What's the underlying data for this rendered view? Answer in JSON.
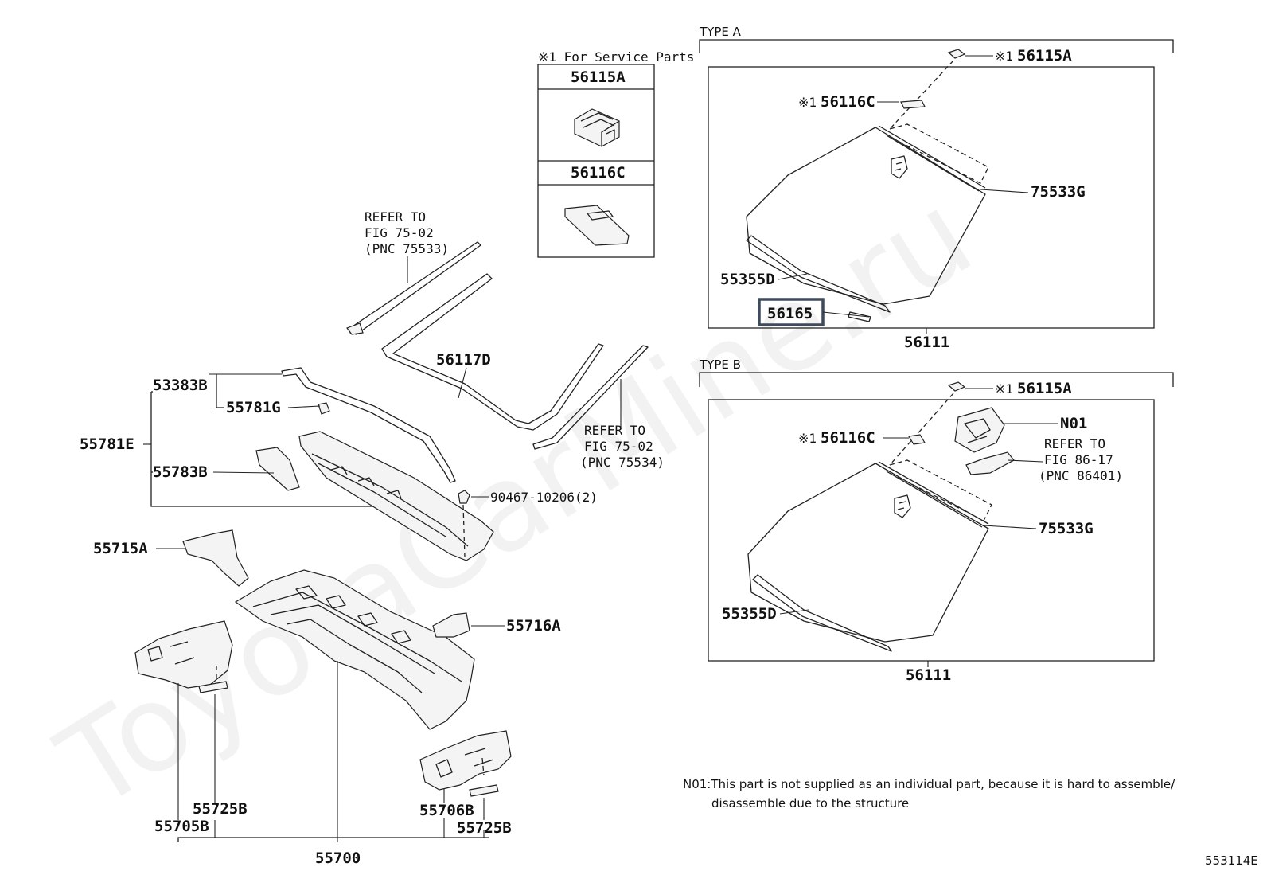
{
  "watermark": "ToyotaCarMine.ru",
  "figure_code": "553114E",
  "note": {
    "line1": "N01:This part is not supplied as an individual part, because it is hard to assemble/",
    "line2": "disassemble due to the structure"
  },
  "service_box": {
    "title": "※1 For Service Parts",
    "part1": "56115A",
    "part2": "56116C"
  },
  "type_a": {
    "title": "TYPE A",
    "clip": "56115A",
    "sticker": "56116C",
    "mark": "※1",
    "molding": "75533G",
    "strip": "55355D",
    "selected": "56165",
    "glass": "56111"
  },
  "type_b": {
    "title": "TYPE B",
    "clip": "56115A",
    "sticker": "56116C",
    "mark": "※1",
    "n01": "N01",
    "refer": [
      "REFER TO",
      "FIG 86-17",
      "(PNC 86401)"
    ],
    "molding": "75533G",
    "strip": "55355D",
    "glass": "56111"
  },
  "left": {
    "refer_top": [
      "REFER TO",
      "FIG 75-02",
      "(PNC 75533)"
    ],
    "refer_side": [
      "REFER TO",
      "FIG 75-02",
      "(PNC 75534)"
    ],
    "p56117D": "56117D",
    "p53383B": "53383B",
    "p55781G": "55781G",
    "p55781E": "55781E",
    "p55783B": "55783B",
    "p90467": "90467-10206(2)",
    "p55715A": "55715A",
    "p55716A": "55716A",
    "p55725B_left": "55725B",
    "p55705B": "55705B",
    "p55706B": "55706B",
    "p55725B_right": "55725B",
    "p55700": "55700"
  }
}
